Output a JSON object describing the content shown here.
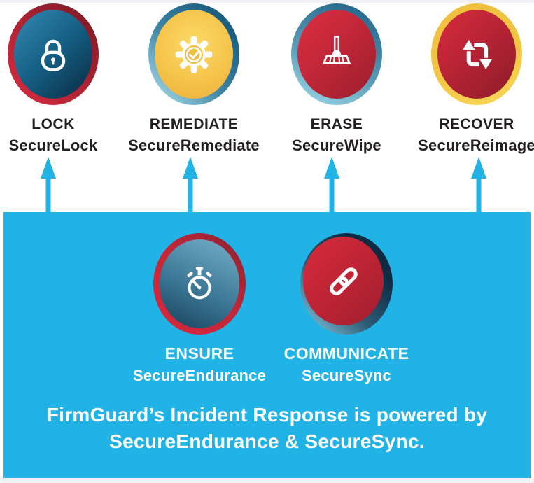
{
  "colors": {
    "panel_cyan": "#21b3e5",
    "arrow_cyan": "#21b3e5",
    "label_dark": "#231f20",
    "label_light": "#ffffff",
    "brand_red": "#c32638",
    "brand_blue": "#155e84",
    "brand_gold": "#f2c744"
  },
  "flow": {
    "top_items": [
      {
        "title": "LOCK",
        "subtitle": "SecureLock",
        "icon": "lock-icon"
      },
      {
        "title": "REMEDIATE",
        "subtitle": "SecureRemediate",
        "icon": "gear-check-icon"
      },
      {
        "title": "ERASE",
        "subtitle": "SecureWipe",
        "icon": "broom-icon"
      },
      {
        "title": "RECOVER",
        "subtitle": "SecureReimage",
        "icon": "repeat-arrows-icon"
      }
    ],
    "panel_items": [
      {
        "title": "ENSURE",
        "subtitle": "SecureEndurance",
        "icon": "stopwatch-icon"
      },
      {
        "title": "COMMUNICATE",
        "subtitle": "SecureSync",
        "icon": "chain-link-icon"
      }
    ],
    "caption_line1": "FirmGuard’s Incident Response is powered by",
    "caption_line2": "SecureEndurance & SecureSync."
  }
}
